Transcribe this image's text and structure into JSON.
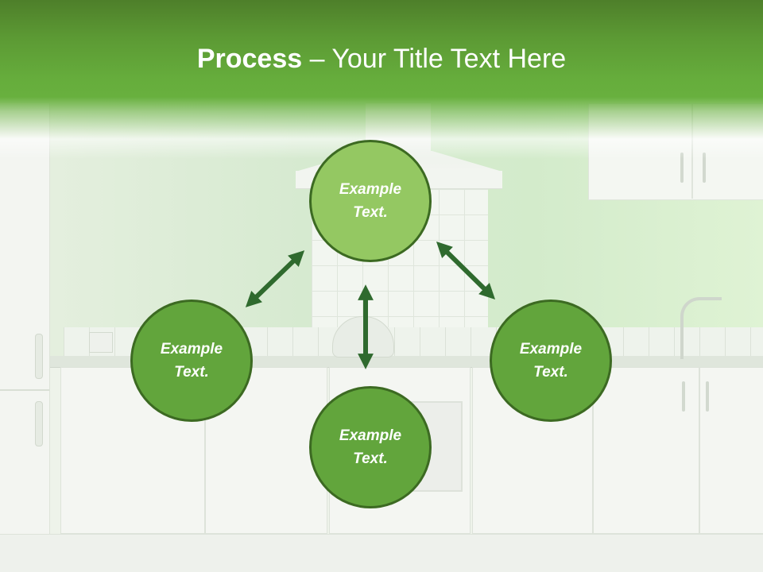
{
  "slide": {
    "title_strong": "Process",
    "title_rest": " – Your Title Text Here"
  },
  "diagram": {
    "nodes": [
      {
        "id": "top",
        "text": "Example Text."
      },
      {
        "id": "left",
        "text": "Example Text."
      },
      {
        "id": "right",
        "text": "Example Text."
      },
      {
        "id": "bottom",
        "text": "Example Text."
      }
    ]
  },
  "colors": {
    "band": "#5c9a34",
    "center_node": "#94c862",
    "outer_node": "#62a53c",
    "node_border": "#3c6a22",
    "arrow": "#2f6a2e"
  }
}
